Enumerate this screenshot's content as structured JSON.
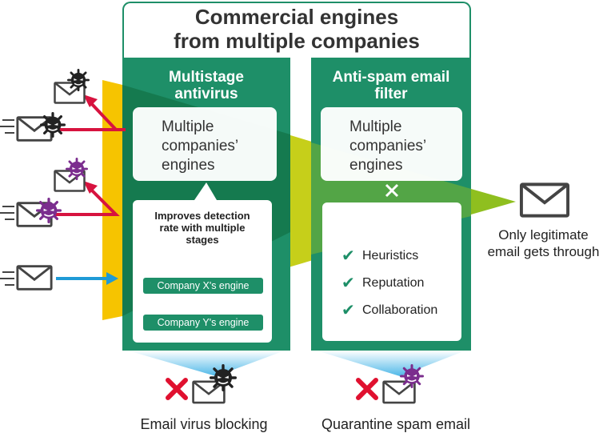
{
  "header": {
    "title_line1": "Commercial engines",
    "title_line2": "from multiple companies"
  },
  "antivirus": {
    "title_line1": "Multistage",
    "title_line2": "antivirus",
    "engines_line1": "Multiple",
    "engines_line2": "companies’",
    "engines_line3": "engines",
    "improves_line1": "Improves detection",
    "improves_line2": "rate with multiple",
    "improves_line3": "stages",
    "engine_x": "Company X's engine",
    "engine_y": "Company Y's engine",
    "caption": "Email virus blocking"
  },
  "antispam": {
    "title_line1": "Anti-spam email",
    "title_line2": "filter",
    "engines_line1": "Multiple",
    "engines_line2": "companies’",
    "engines_line3": "engines",
    "checks": [
      "Heuristics",
      "Reputation",
      "Collaboration"
    ],
    "caption": "Quarantine spam email"
  },
  "output": {
    "line1": "Only legitimate",
    "line2": "email gets through"
  },
  "colors": {
    "panel_green": "#1e8f68",
    "funnel_yellow": "#f6c400",
    "funnel_lime": "#c6cf1a",
    "arrow_red": "#d7133f",
    "arrow_blue": "#1f9ad6",
    "virus_purple": "#7b2d8e",
    "virus_black": "#222222",
    "cross_red": "#e0102f"
  }
}
